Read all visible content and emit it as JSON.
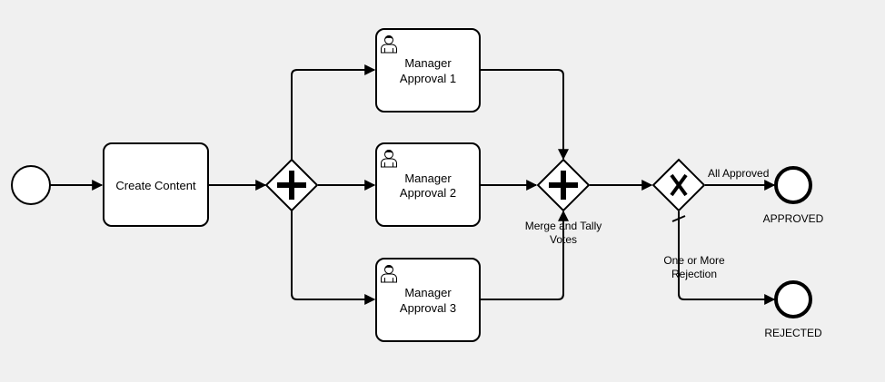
{
  "diagram": {
    "start_event": {
      "label": ""
    },
    "tasks": {
      "create": {
        "lines": [
          "Create Content"
        ]
      },
      "approval1": {
        "lines": [
          "Manager",
          "Approval 1"
        ]
      },
      "approval2": {
        "lines": [
          "Manager",
          "Approval 2"
        ]
      },
      "approval3": {
        "lines": [
          "Manager",
          "Approval 3"
        ]
      }
    },
    "gateways": {
      "split": {
        "kind": "parallel"
      },
      "merge": {
        "kind": "parallel",
        "label_lines": [
          "Merge and Tally",
          "Votes"
        ]
      },
      "decision": {
        "kind": "exclusive"
      }
    },
    "end_events": {
      "approved": {
        "label": "APPROVED"
      },
      "rejected": {
        "label": "REJECTED"
      }
    },
    "flow_labels": {
      "all_approved": "All Approved",
      "rejection_lines": [
        "One or More",
        "Rejection"
      ]
    },
    "icons": {
      "task_marker": "user-icon",
      "parallel_marker": "plus-icon",
      "exclusive_marker": "x-icon"
    }
  }
}
